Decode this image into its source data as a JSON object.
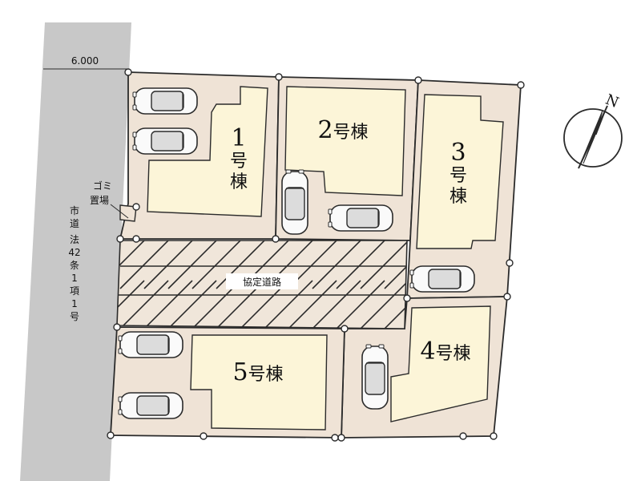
{
  "road": {
    "width_label": "6.000",
    "chars": [
      "市",
      "道",
      "法",
      "42",
      "条",
      "1",
      "項",
      "1",
      "号"
    ]
  },
  "garbage": {
    "line1": "ゴミ",
    "line2": "置場"
  },
  "shared_road": {
    "label": "協定道路"
  },
  "buildings": [
    {
      "num": "1",
      "suffix_chars": [
        "号",
        "棟"
      ]
    },
    {
      "num": "2",
      "suffix": "号棟"
    },
    {
      "num": "3",
      "suffix_chars": [
        "号",
        "棟"
      ]
    },
    {
      "num": "4",
      "suffix": "号棟"
    },
    {
      "num": "5",
      "suffix": "号棟"
    }
  ],
  "compass": {
    "label": "N"
  },
  "colors": {
    "lot": "#efe3d6",
    "building": "#fcf5d8",
    "road": "#c8c8c8",
    "line": "#2b2b2b"
  }
}
